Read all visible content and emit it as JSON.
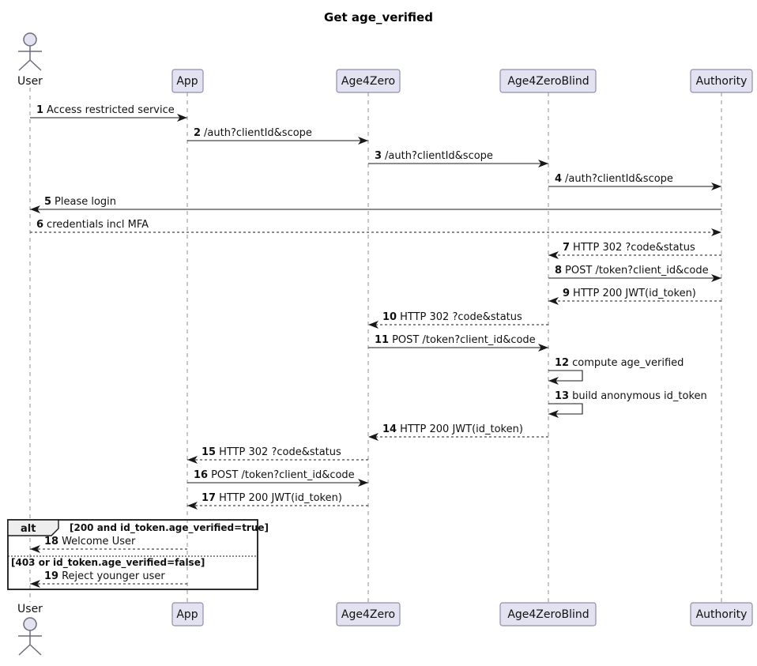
{
  "title": "Get age_verified",
  "diagram_type": "sequence",
  "participants": [
    {
      "name": "User",
      "kind": "actor"
    },
    {
      "name": "App",
      "kind": "participant"
    },
    {
      "name": "Age4Zero",
      "kind": "participant"
    },
    {
      "name": "Age4ZeroBlind",
      "kind": "participant"
    },
    {
      "name": "Authority",
      "kind": "participant"
    }
  ],
  "messages": [
    {
      "num": "1",
      "label": "Access restricted service",
      "from": "User",
      "to": "App",
      "line": "solid"
    },
    {
      "num": "2",
      "label": "/auth?clientId&scope",
      "from": "App",
      "to": "Age4Zero",
      "line": "solid"
    },
    {
      "num": "3",
      "label": "/auth?clientId&scope",
      "from": "Age4Zero",
      "to": "Age4ZeroBlind",
      "line": "solid"
    },
    {
      "num": "4",
      "label": "/auth?clientId&scope",
      "from": "Age4ZeroBlind",
      "to": "Authority",
      "line": "solid"
    },
    {
      "num": "5",
      "label": "Please login",
      "from": "Authority",
      "to": "User",
      "line": "solid"
    },
    {
      "num": "6",
      "label": "credentials incl MFA",
      "from": "User",
      "to": "Authority",
      "line": "dashed"
    },
    {
      "num": "7",
      "label": "HTTP 302 ?code&status",
      "from": "Authority",
      "to": "Age4ZeroBlind",
      "line": "dashed"
    },
    {
      "num": "8",
      "label": "POST /token?client_id&code",
      "from": "Age4ZeroBlind",
      "to": "Authority",
      "line": "solid"
    },
    {
      "num": "9",
      "label": "HTTP 200 JWT(id_token)",
      "from": "Authority",
      "to": "Age4ZeroBlind",
      "line": "dashed"
    },
    {
      "num": "10",
      "label": "HTTP 302 ?code&status",
      "from": "Age4ZeroBlind",
      "to": "Age4Zero",
      "line": "dashed"
    },
    {
      "num": "11",
      "label": "POST /token?client_id&code",
      "from": "Age4Zero",
      "to": "Age4ZeroBlind",
      "line": "solid"
    },
    {
      "num": "12",
      "label": "compute age_verified",
      "from": "Age4ZeroBlind",
      "to": "Age4ZeroBlind",
      "line": "self"
    },
    {
      "num": "13",
      "label": "build anonymous id_token",
      "from": "Age4ZeroBlind",
      "to": "Age4ZeroBlind",
      "line": "self"
    },
    {
      "num": "14",
      "label": "HTTP 200 JWT(id_token)",
      "from": "Age4ZeroBlind",
      "to": "Age4Zero",
      "line": "dashed"
    },
    {
      "num": "15",
      "label": "HTTP 302 ?code&status",
      "from": "Age4Zero",
      "to": "App",
      "line": "dashed"
    },
    {
      "num": "16",
      "label": "POST /token?client_id&code",
      "from": "App",
      "to": "Age4Zero",
      "line": "solid"
    },
    {
      "num": "17",
      "label": "HTTP 200 JWT(id_token)",
      "from": "Age4Zero",
      "to": "App",
      "line": "dashed"
    },
    {
      "num": "18",
      "label": "Welcome User",
      "from": "App",
      "to": "User",
      "line": "dashed"
    },
    {
      "num": "19",
      "label": "Reject younger user",
      "from": "App",
      "to": "User",
      "line": "dashed"
    }
  ],
  "alt_frame": {
    "operator": "alt",
    "condition_top": "[200 and id_token.age_verified=true]",
    "condition_else": "[403 or id_token.age_verified=false]"
  },
  "colors": {
    "participant_fill": "#E2E2F0",
    "participant_border": "#8e8eaa",
    "frame_label_fill": "#EEEEEE",
    "line": "#181818",
    "lifeline": "#909090"
  }
}
